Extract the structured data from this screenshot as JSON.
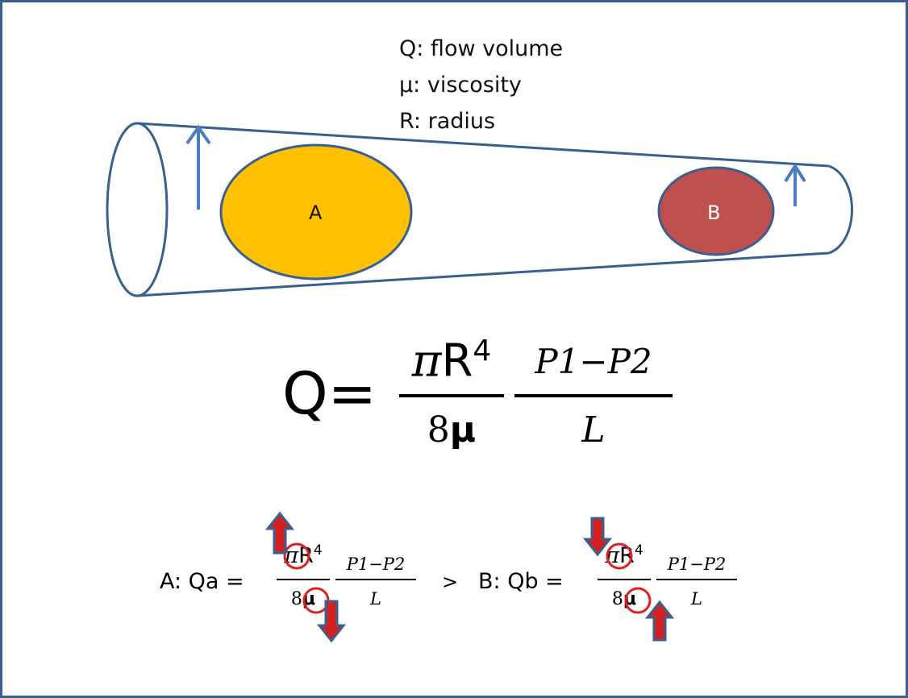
{
  "legend": {
    "q": "Q: flow volume",
    "mu": "μ: viscosity",
    "r": "R: radius"
  },
  "vessel": {
    "particle_a_label": "A",
    "particle_b_label": "B",
    "colors": {
      "outline": "#3b5f8f",
      "particle_a": "#ffc000",
      "particle_b": "#c0504d",
      "arrow": "#4a7fbf"
    }
  },
  "main_formula": {
    "lhs": "Q=",
    "num1_pi": "π",
    "num1_r": "R",
    "num1_exp": "4",
    "den1_8": "8",
    "den1_mu": "μ",
    "num2": "P1−P2",
    "den2": "L"
  },
  "formula_a": {
    "label": "A: Qa =",
    "pi": "π",
    "r": "R",
    "exp": "4",
    "den_8": "8",
    "den_mu": "μ",
    "num2": "P1−P2",
    "den2": "L"
  },
  "comparison": ">",
  "formula_b": {
    "label": "B: Qb =",
    "pi": "π",
    "r": "R",
    "exp": "4",
    "den_8": "8",
    "den_mu": "μ",
    "num2": "P1−P2",
    "den2": "L"
  },
  "indicator_colors": {
    "highlight_circle": "#e02020",
    "arrow_fill": "#d42020",
    "arrow_outline": "#3b5f8f"
  }
}
